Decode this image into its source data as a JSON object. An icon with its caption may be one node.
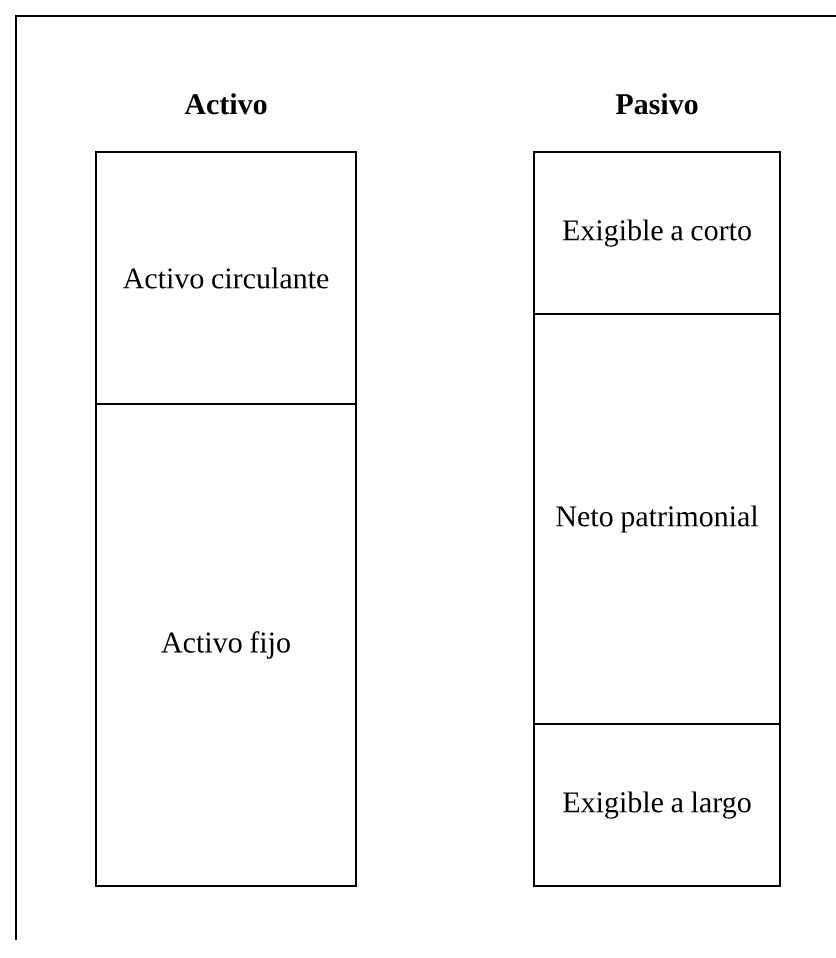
{
  "diagram": {
    "nodes": [
      {
        "text": [
          "Activo"
        ]
      },
      {
        "text": [
          "Activo circulante"
        ],
        "in": 0
      },
      {
        "text": [
          "Activo fijo"
        ],
        "in": 0
      },
      {
        "text": [
          "Pasivo"
        ]
      },
      {
        "text": [
          "Exigible a corto"
        ],
        "in": 3
      },
      {
        "text": [
          "Neto patrimonial"
        ],
        "in": 3
      },
      {
        "text": [
          "Exigible a largo"
        ],
        "in": 3
      }
    ]
  }
}
